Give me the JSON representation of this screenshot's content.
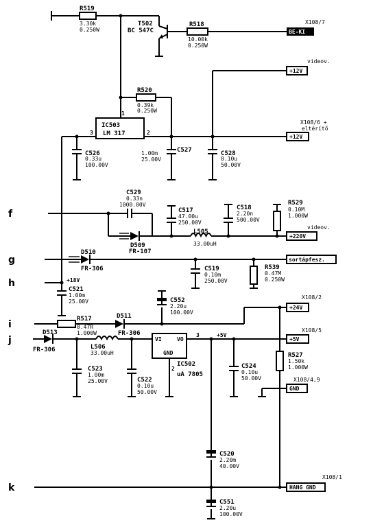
{
  "rows": [
    "f",
    "g",
    "h",
    "i",
    "j",
    "k"
  ],
  "resistors": [
    {
      "name": "R519",
      "value": "3.30k",
      "power": "0.250W"
    },
    {
      "name": "R518",
      "value": "10.00k",
      "power": "0.250W"
    },
    {
      "name": "R520",
      "value": "0.39k",
      "power": "0.250W"
    },
    {
      "name": "R529",
      "value": "0.10M",
      "power": "1.000W"
    },
    {
      "name": "R539",
      "value": "0.47M",
      "power": "0.250W"
    },
    {
      "name": "R517",
      "value": "0.47R",
      "power": "1.000W"
    },
    {
      "name": "R527",
      "value": "1.50k",
      "power": "1.000W"
    }
  ],
  "capacitors": [
    {
      "name": "C526",
      "value": "0.33u",
      "voltage": "100.00V"
    },
    {
      "name": "C527",
      "value": "1.00m",
      "voltage": "25.00V"
    },
    {
      "name": "C528",
      "value": "0.10u",
      "voltage": "50.00V"
    },
    {
      "name": "C529",
      "value": "0.33n",
      "voltage": "1000.00V"
    },
    {
      "name": "C517",
      "value": "47.00u",
      "voltage": "250.00V"
    },
    {
      "name": "C518",
      "value": "2.20n",
      "voltage": "500.00V"
    },
    {
      "name": "C519",
      "value": "0.10m",
      "voltage": "250.00V"
    },
    {
      "name": "C521",
      "value": "1.00m",
      "voltage": "25.00V"
    },
    {
      "name": "C552",
      "value": "2.20u",
      "voltage": "100.00V"
    },
    {
      "name": "C523",
      "value": "1.00m",
      "voltage": "25.00V"
    },
    {
      "name": "C522",
      "value": "0.10u",
      "voltage": "50.00V"
    },
    {
      "name": "C524",
      "value": "0.10u",
      "voltage": "50.00V"
    },
    {
      "name": "C520",
      "value": "2.20m",
      "voltage": "40.00V"
    },
    {
      "name": "C551",
      "value": "2.20u",
      "voltage": "100.00V"
    }
  ],
  "transistor": {
    "name": "T502",
    "type": "BC 547C"
  },
  "ic503": {
    "name": "IC503",
    "type": "LM 317",
    "pin1": "1",
    "pin2": "2",
    "pin3": "3"
  },
  "ic502": {
    "name": "IC502",
    "type": "uA 7805",
    "vi": "VI",
    "vo": "VO",
    "gnd": "GND",
    "pin2": "2",
    "pin3": "3"
  },
  "diodes": [
    {
      "name": "D509",
      "type": "FR-107"
    },
    {
      "name": "D510",
      "type": "FR-306"
    },
    {
      "name": "D511",
      "type": "FR-306"
    },
    {
      "name": "D513",
      "type": "FR-306"
    }
  ],
  "inductors": [
    {
      "name": "L505",
      "value": "33.00uH"
    },
    {
      "name": "L506",
      "value": "33.00uH"
    }
  ],
  "connectors": {
    "x107": "X108/7",
    "bek": "BE-KI",
    "videov1": "videov.",
    "p12v_1": "+12V",
    "x106": "X108/6 +",
    "eltero": "eltérítő",
    "p12v_2": "+12V",
    "videov2": "videov.",
    "p220v": "+220V",
    "sortapfesz": "sortápfesz.",
    "p18v": "+18V",
    "x102": "X108/2",
    "p24v": "+24V",
    "x105": "X108/5",
    "p5v_out": "+5V",
    "p5v_net": "+5V",
    "x1049": "X108/4,9",
    "gnd": "GND",
    "x101": "X108/1",
    "hang": "HANG GND"
  }
}
